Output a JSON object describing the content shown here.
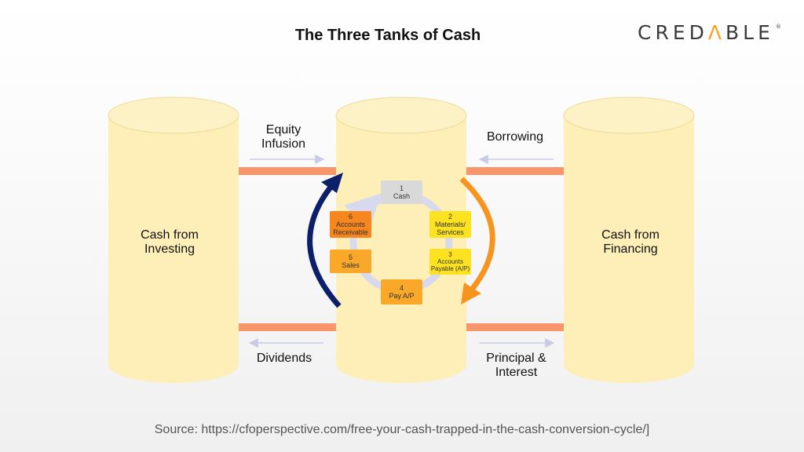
{
  "title": "The Three Tanks of Cash",
  "logo": {
    "before": "CRED",
    "accent": "Λ",
    "after": "BLE",
    "mark": "®"
  },
  "tanks": {
    "left": "Cash from\nInvesting",
    "right": "Cash from\nFinancing"
  },
  "flows": {
    "equity_infusion": "Equity\nInfusion",
    "borrowing": "Borrowing",
    "dividends": "Dividends",
    "principal_interest": "Principal &\nInterest"
  },
  "cycle": [
    {
      "num": "1",
      "label": "Cash"
    },
    {
      "num": "2",
      "label": "Materials/\nServices"
    },
    {
      "num": "3",
      "label": "Accounts\nPayable (A/P)"
    },
    {
      "num": "4",
      "label": "Pay A/P"
    },
    {
      "num": "5",
      "label": "Sales"
    },
    {
      "num": "6",
      "label": "Accounts\nReceivable"
    }
  ],
  "colors": {
    "tank_fill": "#fdefb7",
    "tank_top": "#fdf1c6",
    "pipe": "#f9956a",
    "navy_arrow": "#0c1f6b",
    "orange_arrow": "#f7941d",
    "ring": "#d7d9ee",
    "step_gray": "#d9d9d9",
    "step_yellow": "#fde31f",
    "step_orange_light": "#f9a82a",
    "step_orange_dark": "#f7861e"
  },
  "source": "Source: https://cfoperspective.com/free-your-cash-trapped-in-the-cash-conversion-cycle/]"
}
